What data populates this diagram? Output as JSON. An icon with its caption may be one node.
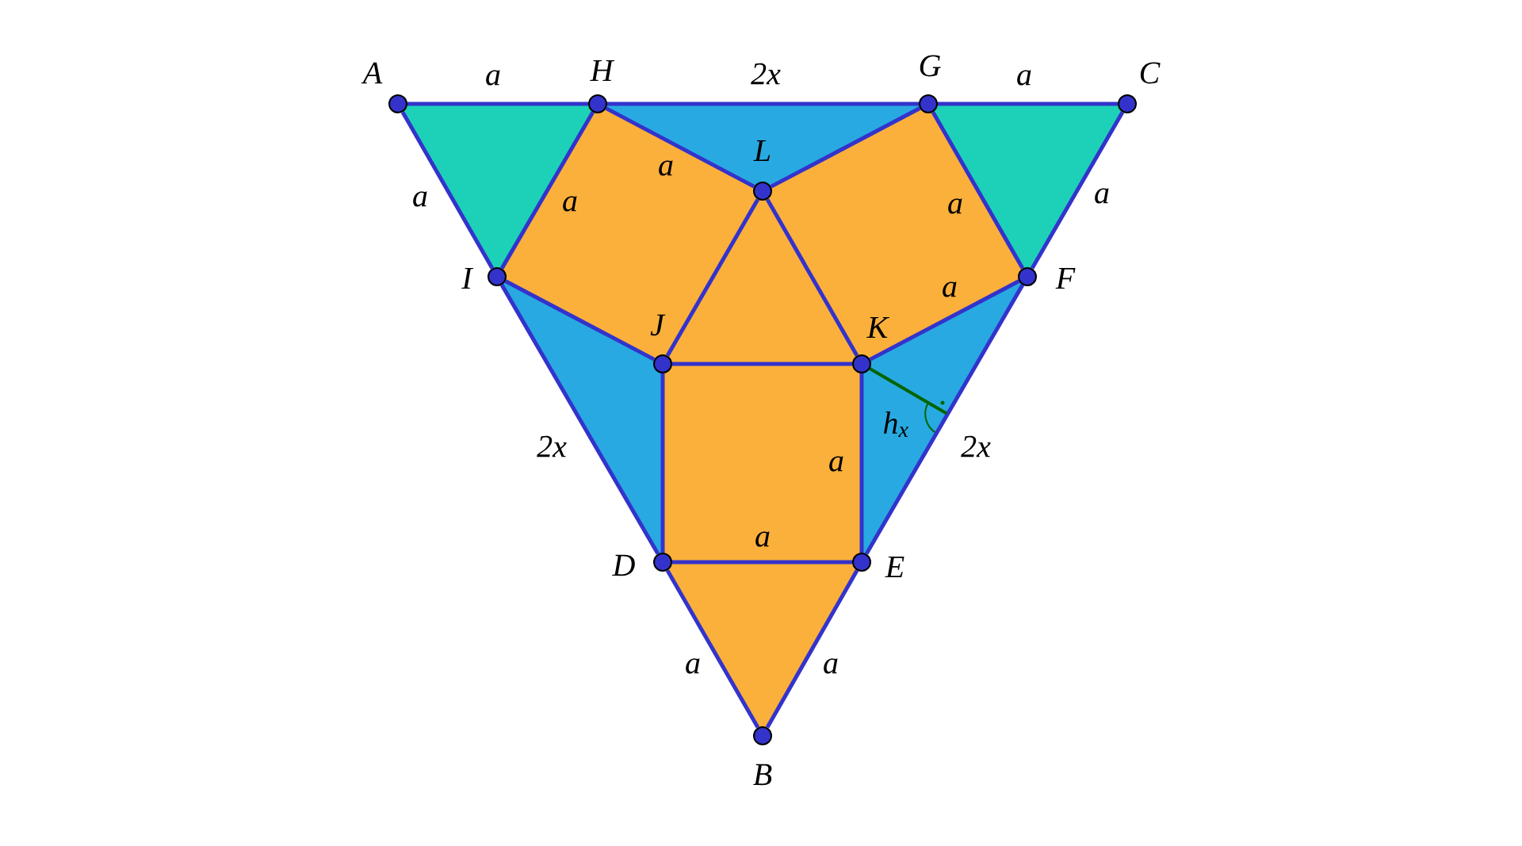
{
  "diagram": {
    "nodes": [
      {
        "text": [],
        "shape": "circle",
        "beside": [
          "A"
        ]
      },
      {
        "text": [],
        "shape": "circle",
        "beside": [
          "H"
        ]
      },
      {
        "text": [],
        "shape": "circle",
        "beside": [
          "G"
        ]
      },
      {
        "text": [],
        "shape": "circle",
        "beside": [
          "C"
        ]
      },
      {
        "text": [],
        "shape": "circle",
        "beside": [
          "L"
        ]
      },
      {
        "text": [],
        "shape": "circle",
        "beside": [
          "I"
        ]
      },
      {
        "text": [],
        "shape": "circle",
        "beside": [
          "F"
        ]
      },
      {
        "text": [],
        "shape": "circle",
        "beside": [
          "J"
        ]
      },
      {
        "text": [],
        "shape": "circle",
        "beside": [
          "K"
        ]
      },
      {
        "text": [],
        "shape": "circle",
        "beside": [
          "D"
        ]
      },
      {
        "text": [],
        "shape": "circle",
        "beside": [
          "E"
        ]
      },
      {
        "text": [],
        "shape": "circle",
        "beside": [
          "B"
        ]
      },
      {
        "text": [],
        "shape": "arc"
      }
    ],
    "edges": [
      {
        "from": 0,
        "to": 1,
        "arrow": "none",
        "label": "a"
      },
      {
        "from": 1,
        "to": 2,
        "arrow": "none",
        "label": "2x"
      },
      {
        "from": 2,
        "to": 3,
        "arrow": "none",
        "label": "a"
      },
      {
        "from": 0,
        "to": 5,
        "arrow": "none",
        "label": "a"
      },
      {
        "from": 1,
        "to": 5,
        "arrow": "none",
        "label": "a"
      },
      {
        "from": 1,
        "to": 4,
        "arrow": "none",
        "label": "a"
      },
      {
        "from": 2,
        "to": 6,
        "arrow": "none",
        "label": "a"
      },
      {
        "from": 3,
        "to": 6,
        "arrow": "none",
        "label": "a"
      },
      {
        "from": 8,
        "to": 6,
        "arrow": "none",
        "label": "a"
      },
      {
        "from": 5,
        "to": 9,
        "arrow": "none",
        "label": "2x"
      },
      {
        "from": 10,
        "to": 6,
        "arrow": "none",
        "label": "2x"
      },
      {
        "from": 8,
        "to": 10,
        "arrow": "none",
        "label": "a"
      },
      {
        "from": 9,
        "to": 10,
        "arrow": "none",
        "label": "a"
      },
      {
        "from": 9,
        "to": 11,
        "arrow": "none",
        "label": "a"
      },
      {
        "from": 11,
        "to": 10,
        "arrow": "none",
        "label": "a"
      },
      {
        "from": 4,
        "to": 2,
        "arrow": "none"
      },
      {
        "from": 5,
        "to": 7,
        "arrow": "none"
      },
      {
        "from": 7,
        "to": 4,
        "arrow": "none"
      },
      {
        "from": 4,
        "to": 8,
        "arrow": "none"
      },
      {
        "from": 7,
        "to": 8,
        "arrow": "none"
      },
      {
        "from": 7,
        "to": 9,
        "arrow": "none"
      },
      {
        "from": 8,
        "to": 12,
        "arrow": "none",
        "color": "#006400"
      }
    ],
    "labels": [
      "h$_{x}$"
    ]
  }
}
